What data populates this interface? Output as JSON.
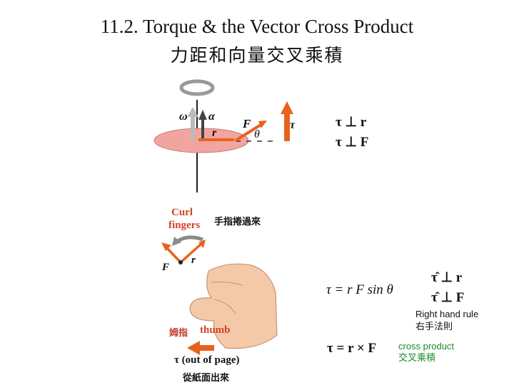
{
  "title": {
    "english": "11.2. Torque & the Vector Cross Product",
    "chinese": "力距和向量交叉乘積"
  },
  "top_figure": {
    "labels": {
      "omega": "ω",
      "alpha": "α",
      "r": "r",
      "F": "F",
      "theta": "θ",
      "tau": "τ"
    }
  },
  "perp_relations_1": [
    "τ ⊥ r",
    "τ ⊥ F"
  ],
  "hand_figure": {
    "curl_label_line1": "Curl",
    "curl_label_line2": "fingers",
    "curl_label_cn": "手指捲過來",
    "F_label": "F",
    "r_label": "r",
    "thumb_label": "thumb",
    "thumb_label_cn": "姆指",
    "tau_out_label": "τ (out of page)",
    "tau_out_label_cn": "從紙面出來"
  },
  "magnitude_equation": "τ = r F sin θ",
  "perp_relations_2": [
    "τ̂ ⊥ r",
    "τ̂ ⊥ F"
  ],
  "right_hand_rule": {
    "english": "Right hand rule",
    "chinese": "右手法則"
  },
  "cross_product_equation": "τ = r × F",
  "cross_product_label": {
    "english": "cross product",
    "chinese": "交叉乘積"
  },
  "colors": {
    "red": "#d4412a",
    "orange": "#e8621f",
    "disk": "#f2a5a0",
    "gray": "#8a8a8a",
    "green": "#1a8a2a"
  }
}
